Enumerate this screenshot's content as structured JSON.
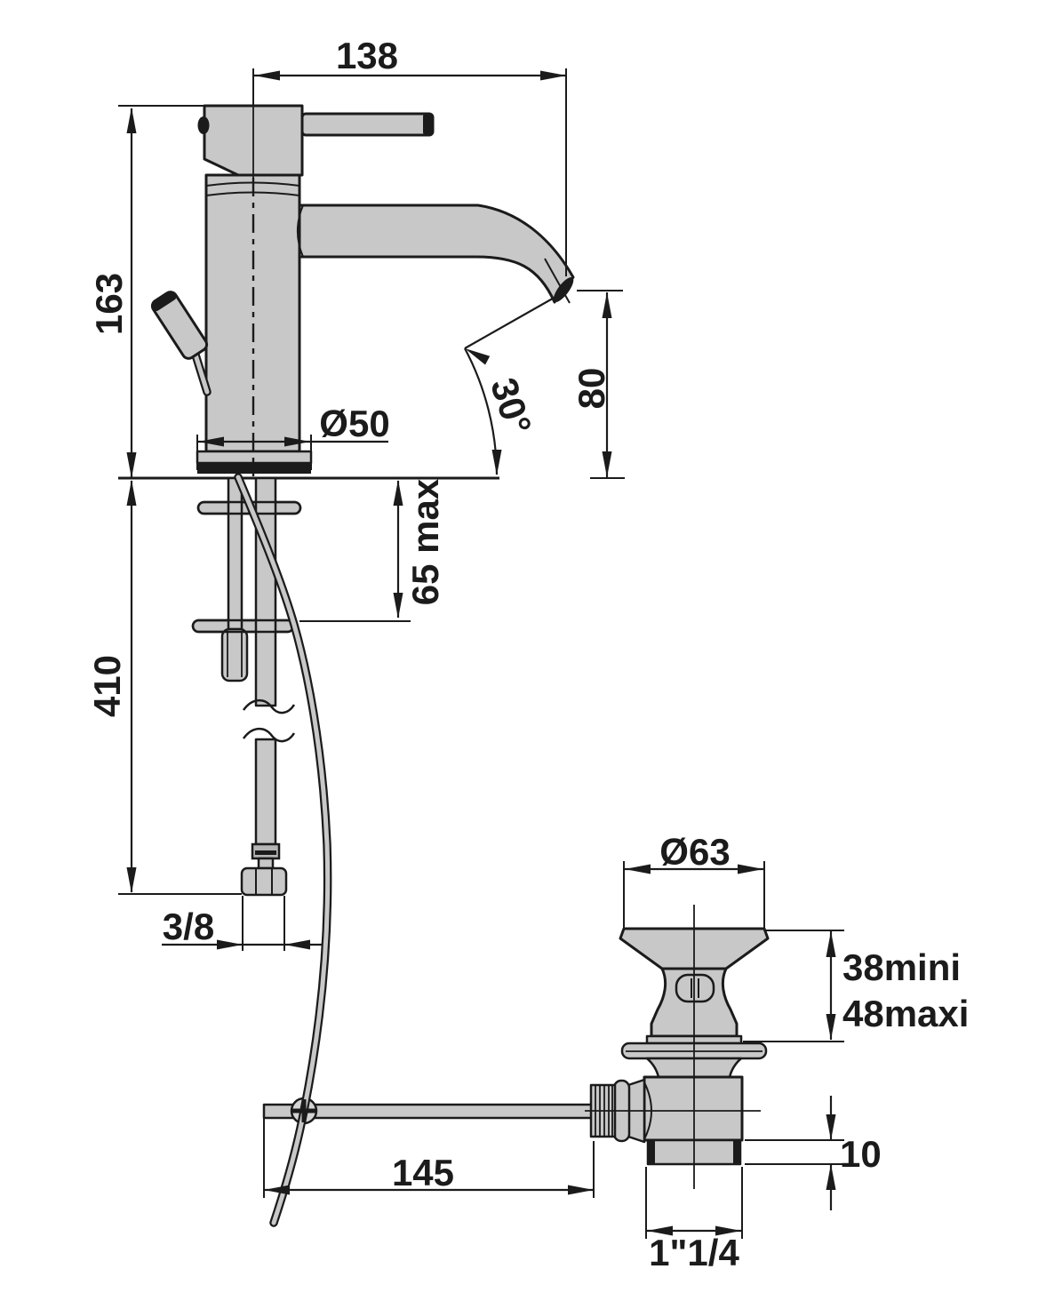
{
  "colors": {
    "line": "#1b1b1b",
    "part_fill": "#c8c8c8",
    "ferrule_fill": "#b5b5b5",
    "background": "#ffffff"
  },
  "labels": {
    "spout_reach": "138",
    "body_height": "163",
    "base_diameter": "Ø50",
    "spout_angle": "30°",
    "spout_height": "80",
    "deck_thickness_max": "65 max",
    "hose_length": "410",
    "hose_thread": "3/8",
    "waste_flange_diameter": "Ø63",
    "waste_depth_min": "38mini",
    "waste_depth_max": "48maxi",
    "rod_length": "145",
    "tailpiece_height": "10",
    "waste_thread": "1\"1/4"
  }
}
